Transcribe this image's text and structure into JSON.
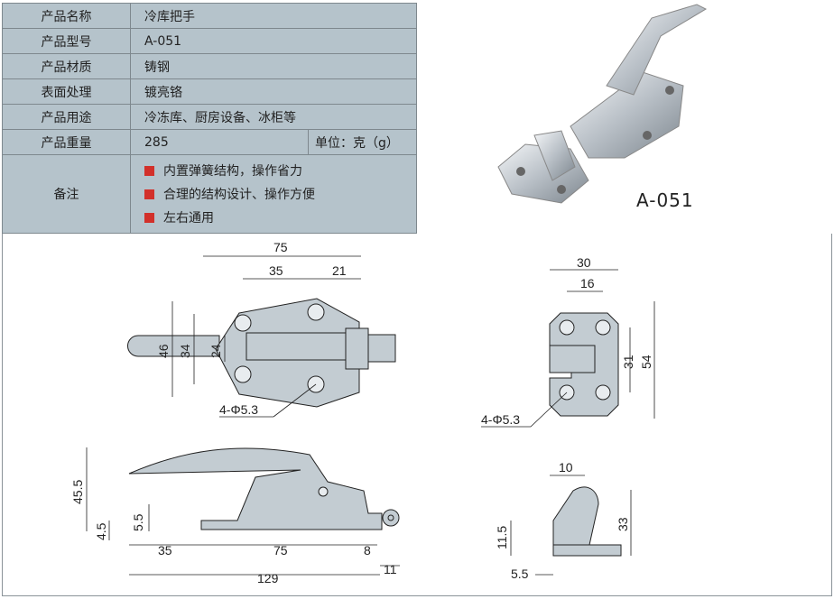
{
  "spec": {
    "rows": [
      {
        "label": "产品名称",
        "value": "冷库把手"
      },
      {
        "label": "产品型号",
        "value": "A-051"
      },
      {
        "label": "产品材质",
        "value": "铸钢"
      },
      {
        "label": "表面处理",
        "value": "镀亮铬"
      },
      {
        "label": "产品用途",
        "value": "冷冻库、厨房设备、冰柜等"
      },
      {
        "label": "产品重量",
        "value": "285",
        "unit": "单位：克（g）"
      }
    ],
    "notes_label": "备注",
    "notes": [
      "内置弹簧结构，操作省力",
      "合理的结构设计、操作方便",
      "左右通用"
    ],
    "bullet_color": "#d2302a"
  },
  "photo": {
    "model_label": "A-051"
  },
  "drawings": {
    "top": {
      "d75": "75",
      "d35": "35",
      "d21": "21",
      "d46": "46",
      "d34": "34",
      "d24": "24",
      "holes": "4-Φ5.3"
    },
    "strike": {
      "d30": "30",
      "d16": "16",
      "d31": "31",
      "d54": "54",
      "holes": "4-Φ5.3"
    },
    "side": {
      "d45_5": "45.5",
      "d5_5": "5.5",
      "d4_5": "4.5",
      "d35": "35",
      "d75": "75",
      "d8": "8",
      "d129": "129",
      "d11": "11"
    },
    "strike_side": {
      "d10": "10",
      "d11_5": "11.5",
      "d33": "33",
      "d5_5": "5.5"
    }
  }
}
